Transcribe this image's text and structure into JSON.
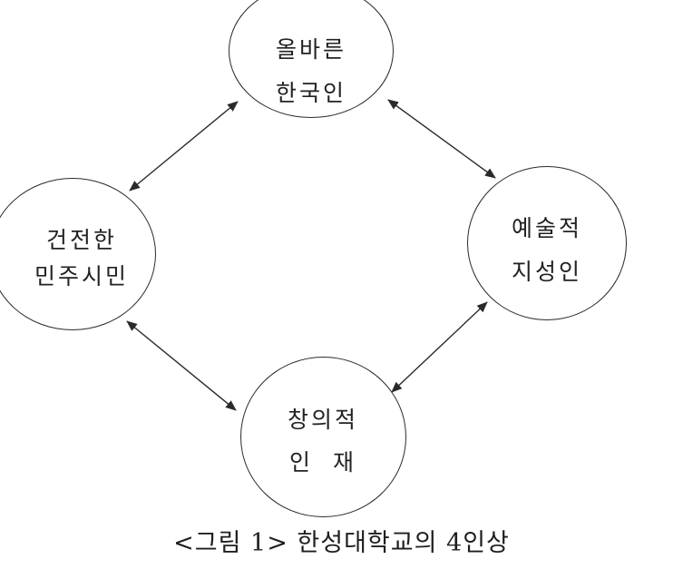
{
  "nodes": {
    "top": {
      "line1": "올바른",
      "line2": "한국인"
    },
    "left": {
      "line1": "건전한",
      "line2": "민주시민"
    },
    "right": {
      "line1": "예술적",
      "line2": "지성인"
    },
    "bottom": {
      "line1": "창의적",
      "line2": "인  재"
    }
  },
  "caption": "<그림 1> 한성대학교의 4인상",
  "colors": {
    "stroke": "#2a2a2a",
    "text": "#222222",
    "background": "#ffffff"
  }
}
